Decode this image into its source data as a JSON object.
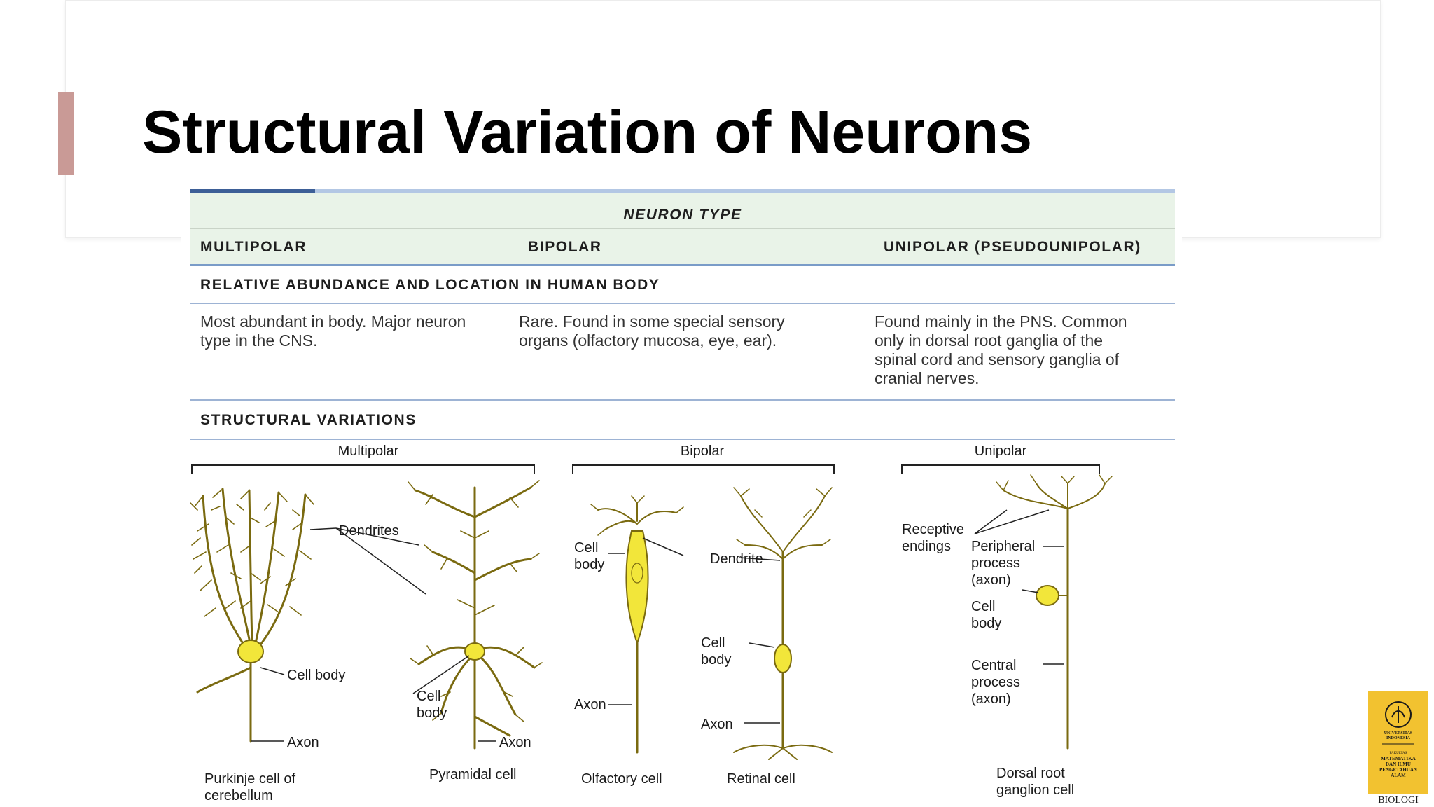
{
  "slide": {
    "title": "Structural Variation of Neurons",
    "colors": {
      "accent_bar": "#c99a96",
      "table_header_bg": "#e9f3e8",
      "rule_blue": "#7a9cc8",
      "neuron_fill": "#f2e63a",
      "neuron_stroke": "#7a6a10"
    }
  },
  "table": {
    "header": "NEURON TYPE",
    "columns": [
      "MULTIPOLAR",
      "BIPOLAR",
      "UNIPOLAR (PSEUDOUNIPOLAR)"
    ],
    "abundance_heading": "RELATIVE ABUNDANCE AND LOCATION IN HUMAN BODY",
    "abundance": [
      [
        "Most abundant in body. Major neuron",
        "type in the CNS."
      ],
      [
        "Rare. Found in some special sensory",
        "organs (olfactory mucosa, eye, ear)."
      ],
      [
        "Found mainly in the PNS. Common",
        "only in  dorsal root ganglia of the",
        "spinal cord and sensory ganglia of",
        "cranial nerves."
      ]
    ],
    "structural_heading": "STRUCTURAL VARIATIONS"
  },
  "diagram": {
    "groups": [
      "Multipolar",
      "Bipolar",
      "Unipolar"
    ],
    "labels": {
      "dendrites": "Dendrites",
      "cell_body_1": "Cell body",
      "axon_1": "Axon",
      "cell_body_2": [
        "Cell",
        "body"
      ],
      "axon_2": "Axon",
      "cell_body_3": [
        "Cell",
        "body"
      ],
      "dendrite_3": "Dendrite",
      "axon_3": "Axon",
      "cell_body_4": [
        "Cell",
        "body"
      ],
      "axon_4": "Axon",
      "receptive_endings": [
        "Receptive",
        "endings"
      ],
      "peripheral_process": [
        "Peripheral",
        "process",
        "(axon)"
      ],
      "cell_body_5": [
        "Cell",
        "body"
      ],
      "central_process": [
        "Central",
        "process",
        "(axon)"
      ]
    },
    "captions": {
      "purkinje": [
        "Purkinje cell of",
        "cerebellum"
      ],
      "pyramidal": "Pyramidal cell",
      "olfactory": "Olfactory cell",
      "retinal": "Retinal cell",
      "dorsal_root": [
        "Dorsal root",
        "ganglion cell"
      ]
    }
  },
  "logo": {
    "institution": [
      "UNIVERSITAS",
      "INDONESIA"
    ],
    "faculty": [
      "FAKULTAS",
      "MATEMATIKA",
      "DAN ILMU",
      "PENGETAHUAN",
      "ALAM"
    ],
    "department": "BIOLOGI"
  }
}
